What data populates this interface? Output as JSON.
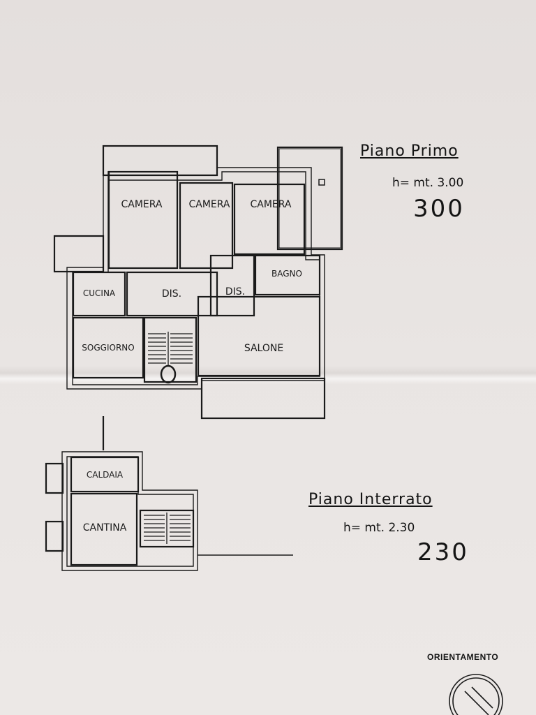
{
  "floors": [
    {
      "title": "Piano Primo",
      "height": "h= mt. 3.00",
      "number": "300",
      "rooms": [
        "CAMERA",
        "CAMERA",
        "CAMERA",
        "BAGNO",
        "CUCINA",
        "DIS.",
        "DIS.",
        "SOGGIORNO",
        "SALONE"
      ]
    },
    {
      "title": "Piano Interrato",
      "height": "h= mt. 2.30",
      "number": "230",
      "rooms": [
        "CALDAIA",
        "CANTINA"
      ]
    }
  ],
  "orientation_label": "ORIENTAMENTO",
  "colors": {
    "paper": "#e8e4e2",
    "ink": "#1a1a1a"
  }
}
